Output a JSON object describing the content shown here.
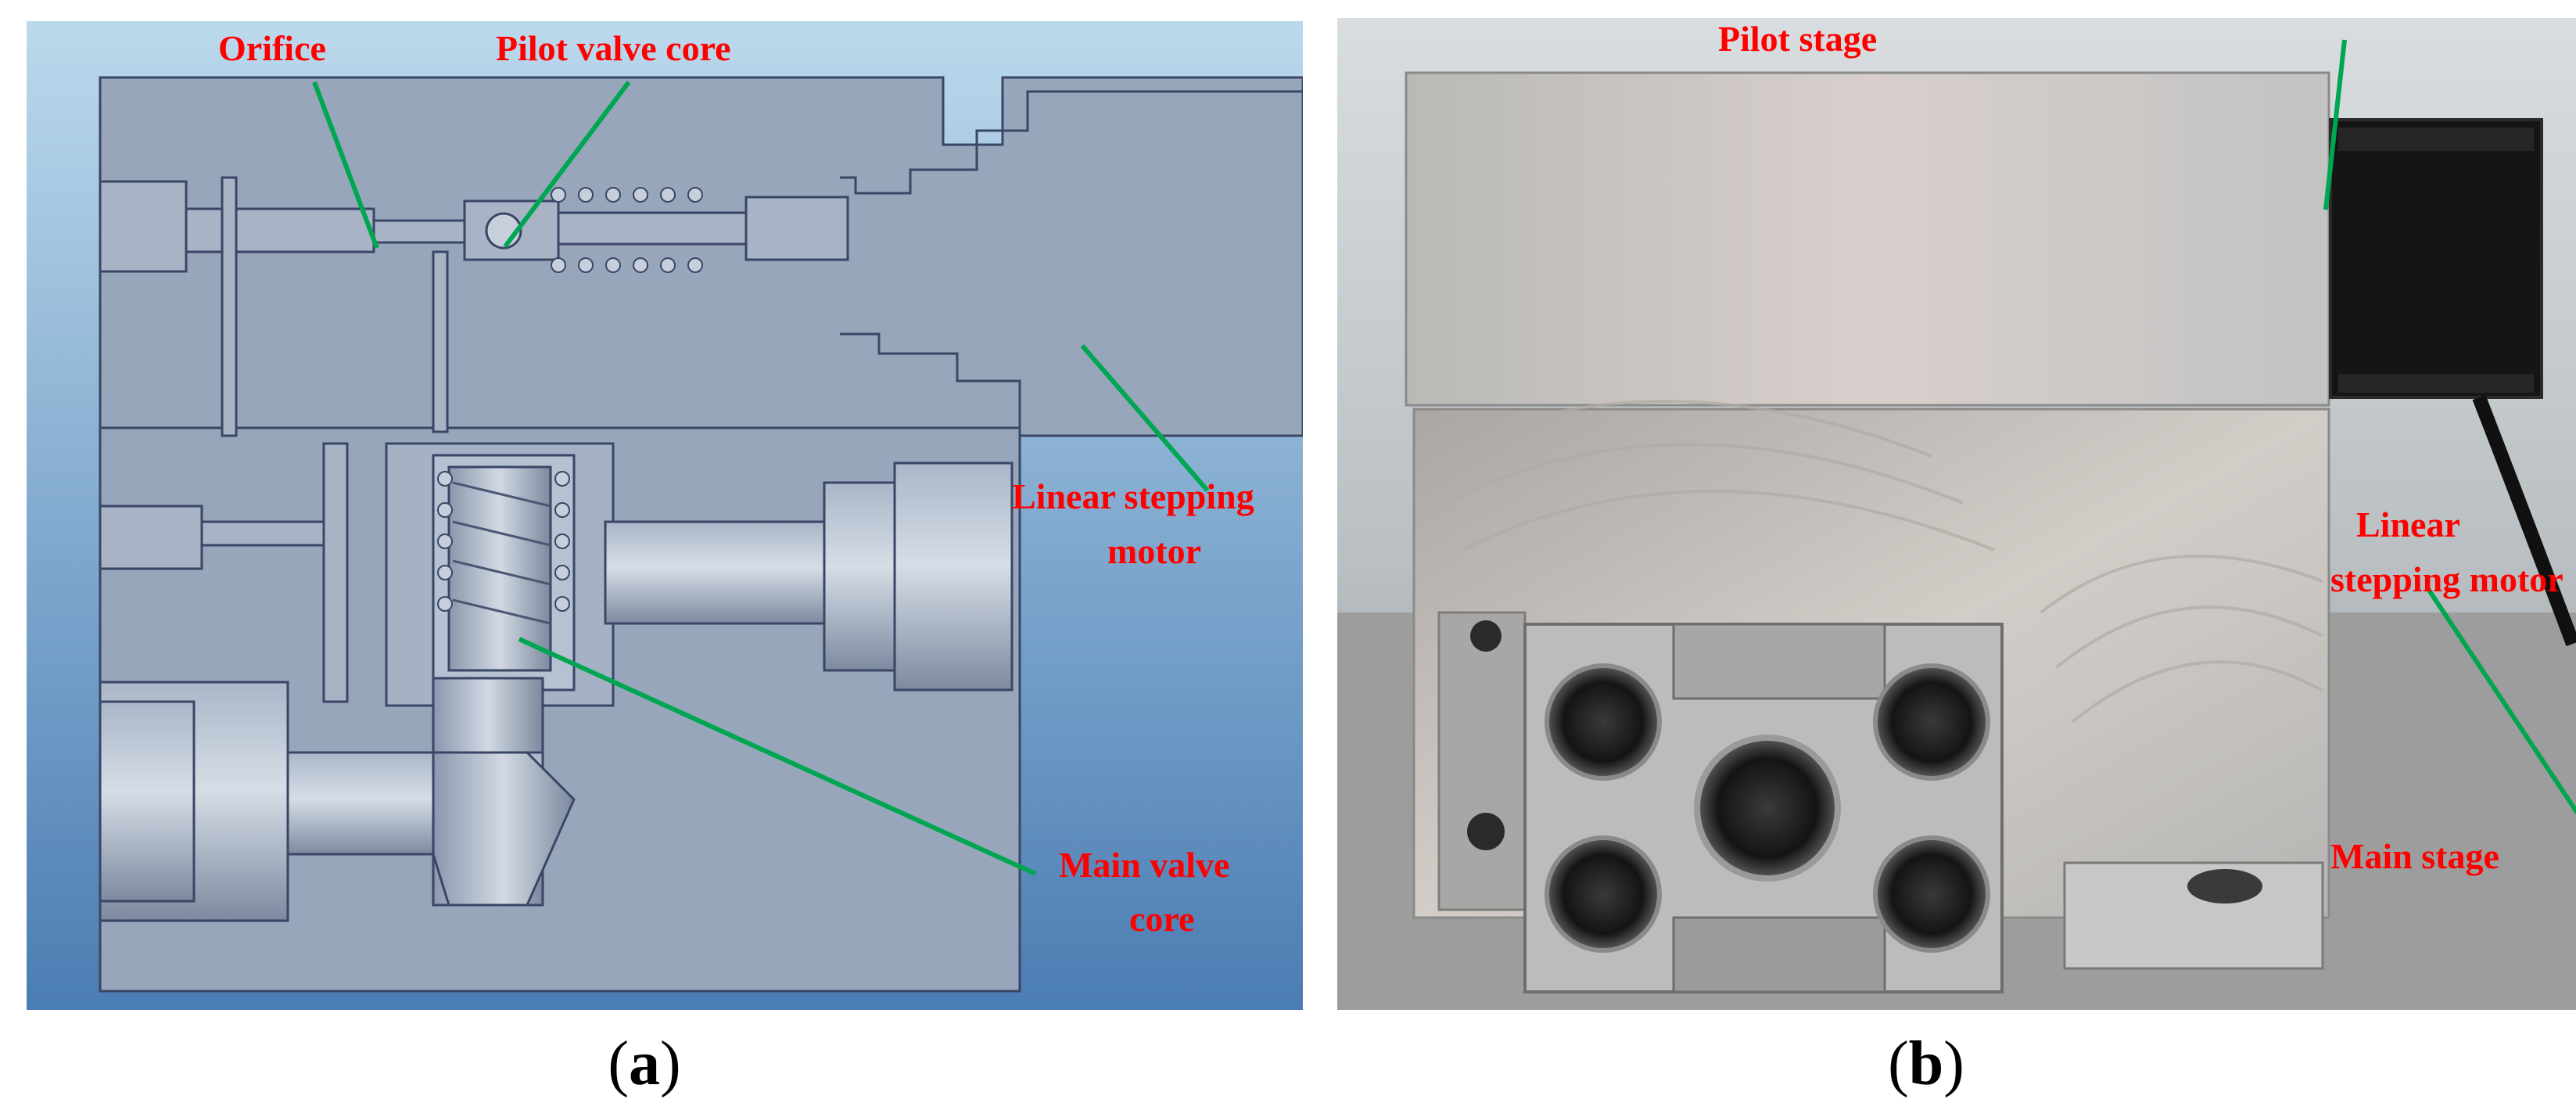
{
  "figure": {
    "panel_a": {
      "caption_letter": "a",
      "labels": {
        "orifice": "Orifice",
        "pilot_valve_core": "Pilot valve core",
        "linear_stepping_motor_line1": "Linear stepping",
        "linear_stepping_motor_line2": "motor",
        "main_valve_core_line1": "Main valve",
        "main_valve_core_line2": "core"
      }
    },
    "panel_b": {
      "caption_letter": "b",
      "labels": {
        "pilot_stage": "Pilot stage",
        "linear_stepping_motor_line1": "Linear",
        "linear_stepping_motor_line2": "stepping motor",
        "main_stage": "Main stage"
      }
    }
  },
  "colors": {
    "label_text": "#ff0000",
    "leader_line": "#00a651",
    "cad_body": "#98a6bb",
    "cad_outline": "#3a4666",
    "background_top": "#b8d6ea",
    "background_bottom": "#4a7fb4",
    "metal": "#c4c4c2",
    "motor": "#151515"
  }
}
